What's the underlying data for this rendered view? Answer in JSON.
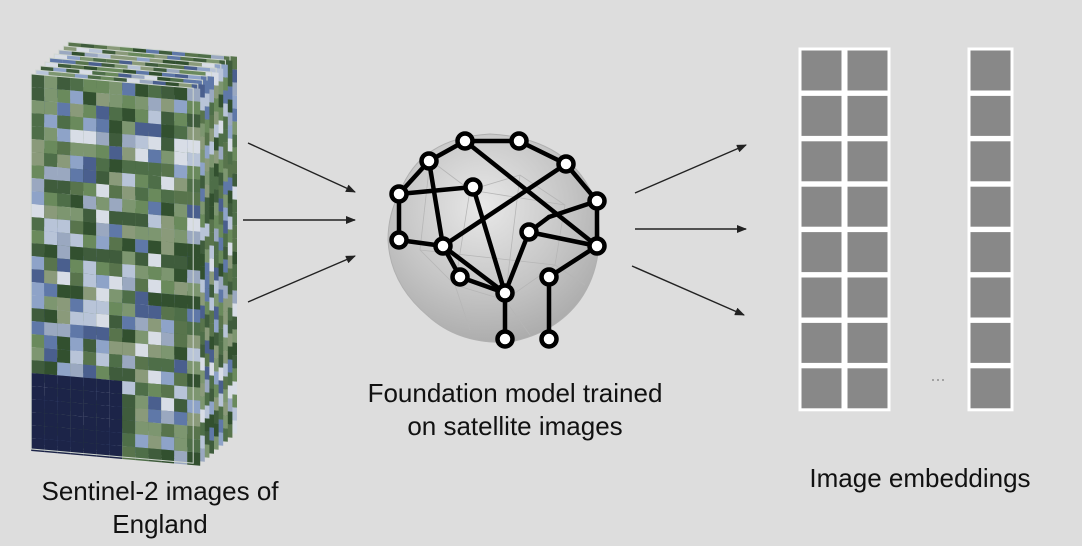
{
  "colors": {
    "background": "#dddddd",
    "arrow": "#222222",
    "network": "#000000",
    "sphere": "#bdbdbd",
    "embedding_fill": "#888888",
    "embedding_border": "#ffffff",
    "satellite_green": "#4e6e48",
    "satellite_blue": "#5f78a8",
    "satellite_dark": "#1c2448"
  },
  "icons": {
    "input": "satellite-image-stack-icon",
    "model": "neural-network-brain-icon",
    "output": "embedding-grid-icon"
  },
  "labels": {
    "input_line1": "Sentinel-2 images of",
    "input_line2": "England",
    "model_line1": "Foundation model trained",
    "model_line2": "on satellite images",
    "output": "Image embeddings",
    "ellipsis": "..."
  }
}
